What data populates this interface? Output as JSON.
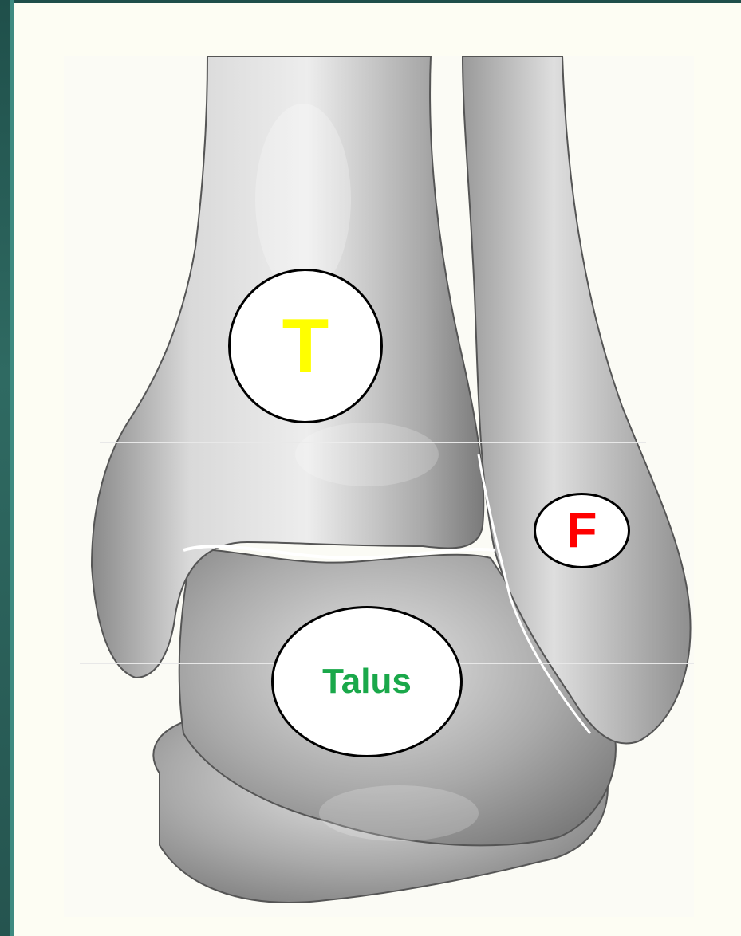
{
  "labels": {
    "tibia": "T",
    "fibula": "F",
    "talus": "Talus"
  },
  "colors": {
    "tibia_label": "#ffff00",
    "fibula_label": "#ff0000",
    "talus_label": "#1aa84a",
    "sidebar": "#2f6a62",
    "background": "#fdfdf3"
  }
}
